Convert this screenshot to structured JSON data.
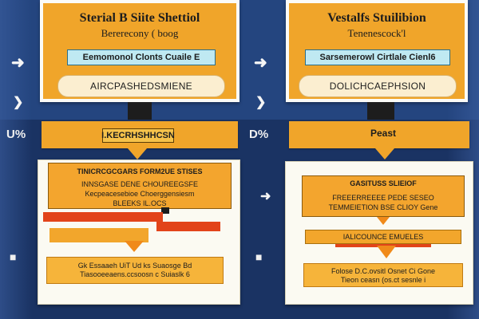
{
  "left_panel": {
    "title_line1": "Sterial B Siite Shettiol",
    "title_line2": "Bererecony ( boog",
    "blue_label": "Eemomonol Clonts Cuaile E",
    "pill": "AIRCPASHEDSMIENE",
    "connector_label": "I.KECRHSHHCSN",
    "block_line1": "TINICRCGCGARS FORM2UE STISES",
    "block_line2": "INNSGASE DENE CHOUREEGSFE",
    "block_line3": "Kecpeacesebioe Choerggensiesm",
    "block_line4": "BLEEKS    IL.OCS",
    "note_line1": "Gk Essaaeh UiT Ud ks Suaosge Bd",
    "note_line2": "Tiasooeeaens.ccsoosn c Suiaslk 6"
  },
  "right_panel": {
    "title_line1": "Vestalfs Stuilibion",
    "title_line2": "Tenenescock'l",
    "blue_label": "Sarsemerowl Cirtlale Cienl6",
    "pill": "DOLICHCAEPHSION",
    "connector_label": "Peast",
    "block_line1": "GASITUSS SLIEIOF",
    "block_line2": "FREEERREEEE PEDE SESEO",
    "block_line3": "TEMMEIETION  BSE CLIOY Gene",
    "bar_label": "IALICOUNCE EMUELES",
    "note_line1": "Folose D.C.ovsitl Osnet Ci Gone",
    "note_line2": "Tieon ceasn (os.ct sesnle i"
  },
  "side_labels": {
    "left_mid": "U%",
    "right_mid": "D%"
  }
}
